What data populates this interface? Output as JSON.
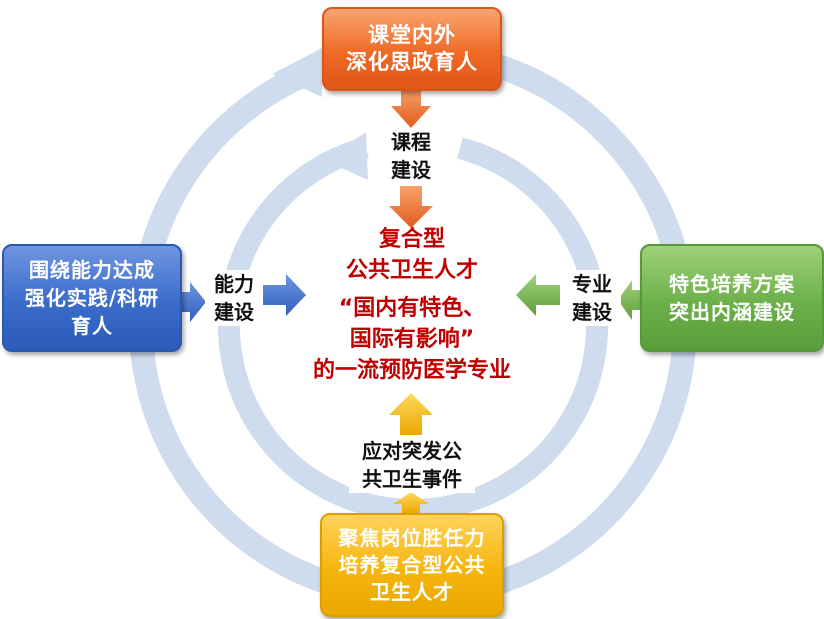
{
  "colors": {
    "ring": "#cfdcee",
    "top_box": "#ee6a25",
    "left_box": "#3a6ccb",
    "right_box": "#6cb04a",
    "bottom_box": "#f6b50e",
    "center_text": "#c00000"
  },
  "top_box": {
    "lines": [
      "课堂内外",
      "深化思政育人"
    ]
  },
  "left_box": {
    "lines": [
      "围绕能力达成",
      "强化实践/科研",
      "育人"
    ]
  },
  "right_box": {
    "lines": [
      "特色培养方案",
      "突出内涵建设"
    ]
  },
  "bottom_box": {
    "lines": [
      "聚焦岗位胜任力",
      "培养复合型公共",
      "卫生人才"
    ]
  },
  "top_label": {
    "lines": [
      "课程",
      "建设"
    ]
  },
  "left_label": {
    "lines": [
      "能力",
      "建设"
    ]
  },
  "right_label": {
    "lines": [
      "专业",
      "建设"
    ]
  },
  "bottom_label": {
    "lines": [
      "应对突发公",
      "共卫生事件"
    ]
  },
  "center": {
    "lines": [
      "复合型",
      "公共卫生人才",
      "“国内有特色、",
      "国际有影响”",
      "的一流预防医学专业"
    ]
  },
  "icons": [
    "circular-arrow-outer-icon",
    "circular-arrow-inner-icon",
    "arrow-down-icon",
    "arrow-right-icon",
    "arrow-left-icon",
    "arrow-up-icon"
  ]
}
